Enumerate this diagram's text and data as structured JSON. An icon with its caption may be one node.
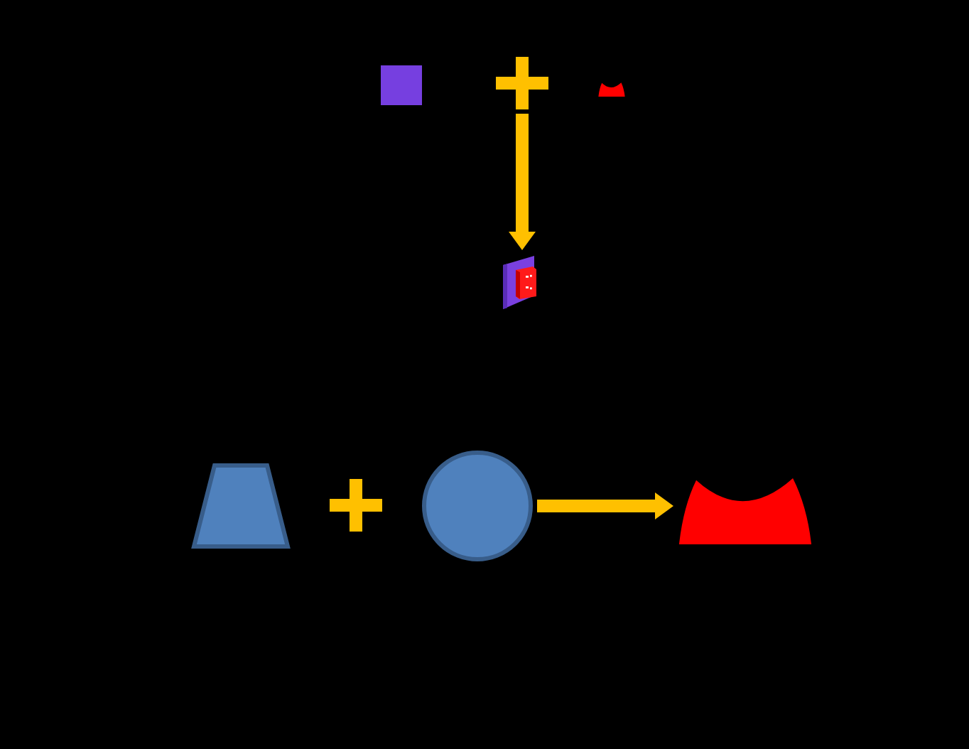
{
  "diagram": {
    "nodes": [
      {
        "text": [],
        "shape": "box"
      },
      {
        "text": [],
        "shape": "plus"
      },
      {
        "text": [],
        "shape": "bowl"
      },
      {
        "text": [],
        "shape": "picture"
      },
      {
        "text": [],
        "shape": "trapezoid"
      },
      {
        "text": [],
        "shape": "plus"
      },
      {
        "text": [],
        "shape": "circle"
      },
      {
        "text": [],
        "shape": "bowl"
      }
    ],
    "edges": [
      {
        "from": 1,
        "to": 3,
        "arrow": "to"
      },
      {
        "from": 6,
        "to": 7,
        "arrow": "to"
      }
    ]
  }
}
